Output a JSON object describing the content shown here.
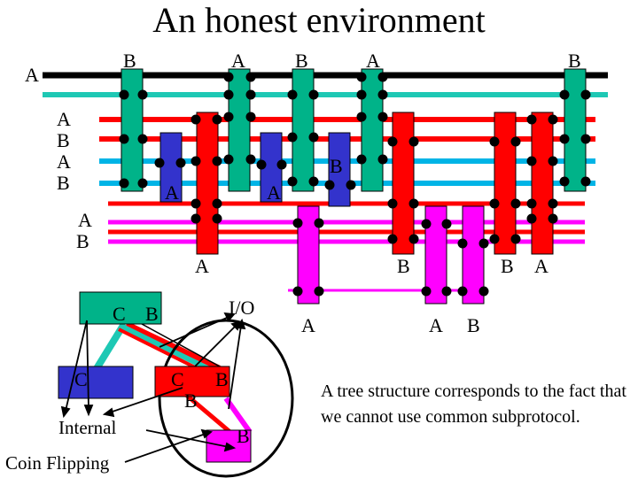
{
  "title": "An honest environment",
  "caption": "A tree structure corresponds to the fact that we cannot use common subprotocol.",
  "colors": {
    "green": "#00B389",
    "teal": "#1EC8B4",
    "red": "#FF0000",
    "blue": "#3333CC",
    "cyan": "#00B4E6",
    "magenta": "#FF00FF",
    "black": "#000000"
  },
  "labels": {
    "bus_top": "A",
    "row_left": [
      "A",
      "B",
      "A",
      "B"
    ],
    "row_left2": [
      "A",
      "B"
    ],
    "top_b1": "B",
    "top_a1": "A",
    "top_b2": "B",
    "top_a2": "A",
    "top_b3": "B",
    "blue1_a": "A",
    "blue2_a": "A",
    "blue3_b": "B",
    "red_a": "A",
    "mid_b": "B",
    "right_b": "B",
    "right_a": "A",
    "bottom_a1": "A",
    "bottom_a2": "A",
    "bottom_b": "B"
  },
  "tree": {
    "root_c": "C",
    "root_b": "B",
    "io": "I/O",
    "left_c": "C",
    "mid_c": "C",
    "mid_b": "B",
    "mid_b2": "B",
    "leaf_b": "B",
    "internal": "Internal",
    "coin": "Coin Flipping"
  }
}
